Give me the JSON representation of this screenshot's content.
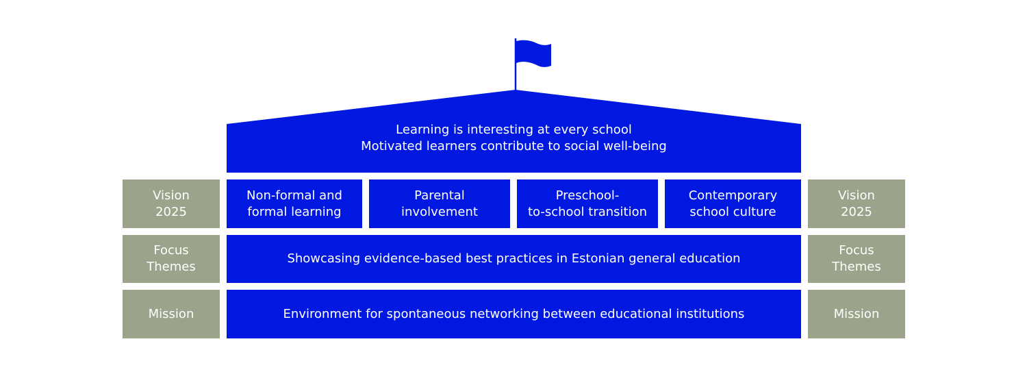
{
  "colors": {
    "primary_blue": "#0018e0",
    "side_grey": "#9ba38a"
  },
  "icons": {
    "top": "flag-icon"
  },
  "roof": {
    "line1": "Learning is interesting at every school",
    "line2": "Motivated learners contribute to social well-being"
  },
  "vision": {
    "left_line1": "Vision",
    "left_line2": "2025",
    "right_line1": "Vision",
    "right_line2": "2025",
    "pillars": [
      {
        "line1": "Non-formal and",
        "line2": "formal learning"
      },
      {
        "line1": "Parental",
        "line2": "involvement"
      },
      {
        "line1": "Preschool-",
        "line2": "to-school transition"
      },
      {
        "line1": "Contemporary",
        "line2": "school culture"
      }
    ]
  },
  "focus": {
    "left_line1": "Focus",
    "left_line2": "Themes",
    "right_line1": "Focus",
    "right_line2": "Themes",
    "text": "Showcasing evidence-based best practices in Estonian general education"
  },
  "mission": {
    "left": "Mission",
    "right": "Mission",
    "text": "Environment for spontaneous networking between educational institutions"
  }
}
